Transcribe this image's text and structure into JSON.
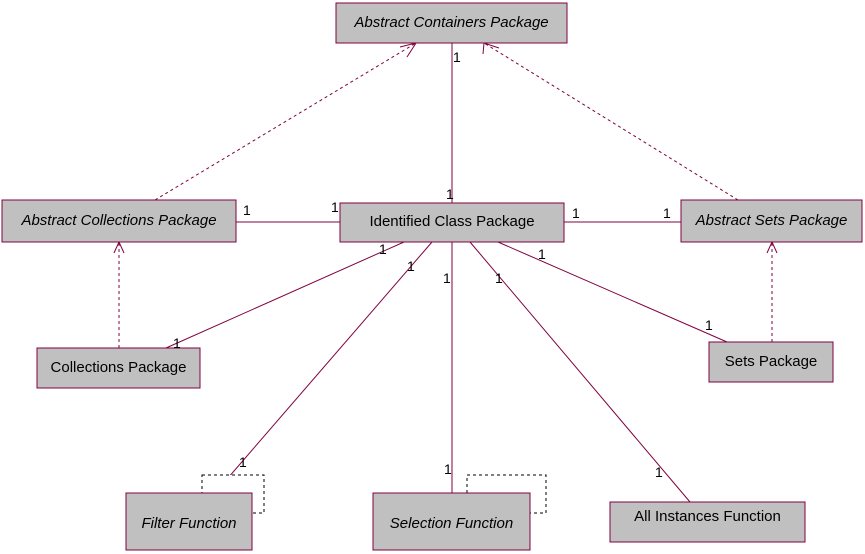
{
  "colors": {
    "box_fill": "#c0c0c0",
    "box_border": "#800040",
    "line": "#800040",
    "note_border": "#000000"
  },
  "nodes": {
    "abstract_containers": "Abstract Containers Package",
    "abstract_collections": "Abstract Collections Package",
    "identified_class": "Identified Class Package",
    "abstract_sets": "Abstract Sets Package",
    "collections": "Collections Package",
    "sets": "Sets Package",
    "filter_function": "Filter Function",
    "selection_function": "Selection Function",
    "all_instances_function": "All Instances Function"
  },
  "multiplicities": {
    "m_containers_top": "1",
    "m_identified_top": "1",
    "m_colls_right": "1",
    "m_identified_left": "1",
    "m_identified_right": "1",
    "m_sets_left": "1",
    "m_coll_src": "1",
    "m_coll_dst": "1",
    "m_filter_src": "1",
    "m_filter_dst": "1",
    "m_select_src": "1",
    "m_select_dst": "1",
    "m_allinst_src": "1",
    "m_allinst_dst": "1",
    "m_sets_src": "1",
    "m_sets_dst": "1"
  }
}
